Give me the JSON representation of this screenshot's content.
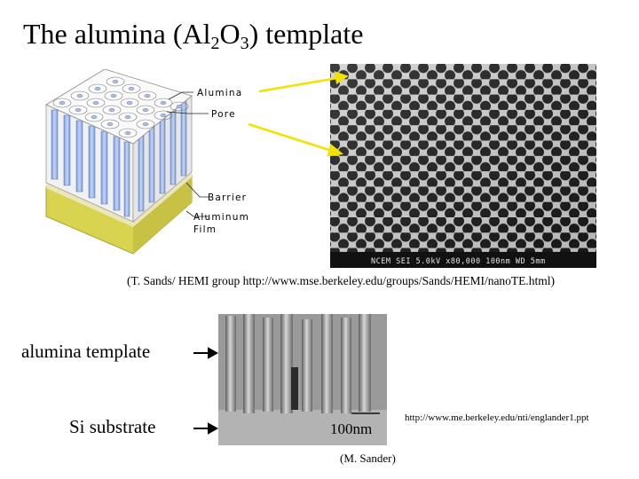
{
  "slide": {
    "title_main": "The alumina (Al",
    "title_sub1": "2",
    "title_mid": "O",
    "title_sub2": "3",
    "title_end": ") template"
  },
  "diagram": {
    "label_alumina": "Alumina",
    "label_pore": "Pore",
    "label_barrier": "Barrier",
    "label_aluminum": "Aluminum",
    "label_film": "Film"
  },
  "sem_top": {
    "caption": "(T. Sands/ HEMI group http://www.mse.berkeley.edu/groups/Sands/HEMI/nanoTE.html)",
    "databar": "NCEM SEI      5.0kV   x80,000   100nm   WD 5mm"
  },
  "sem_bottom": {
    "label_top": "alumina template",
    "label_bottom": "Si substrate",
    "scale": "100nm",
    "credit": "(M. Sander)",
    "url": "http://www.me.berkeley.edu/nti/englander1.ppt"
  },
  "colors": {
    "arrow_yellow": "#f2e200",
    "pillar_blue": "#9cb6e6",
    "film_yellow": "#ddd855",
    "sem_gray": "#c7c7c7"
  }
}
